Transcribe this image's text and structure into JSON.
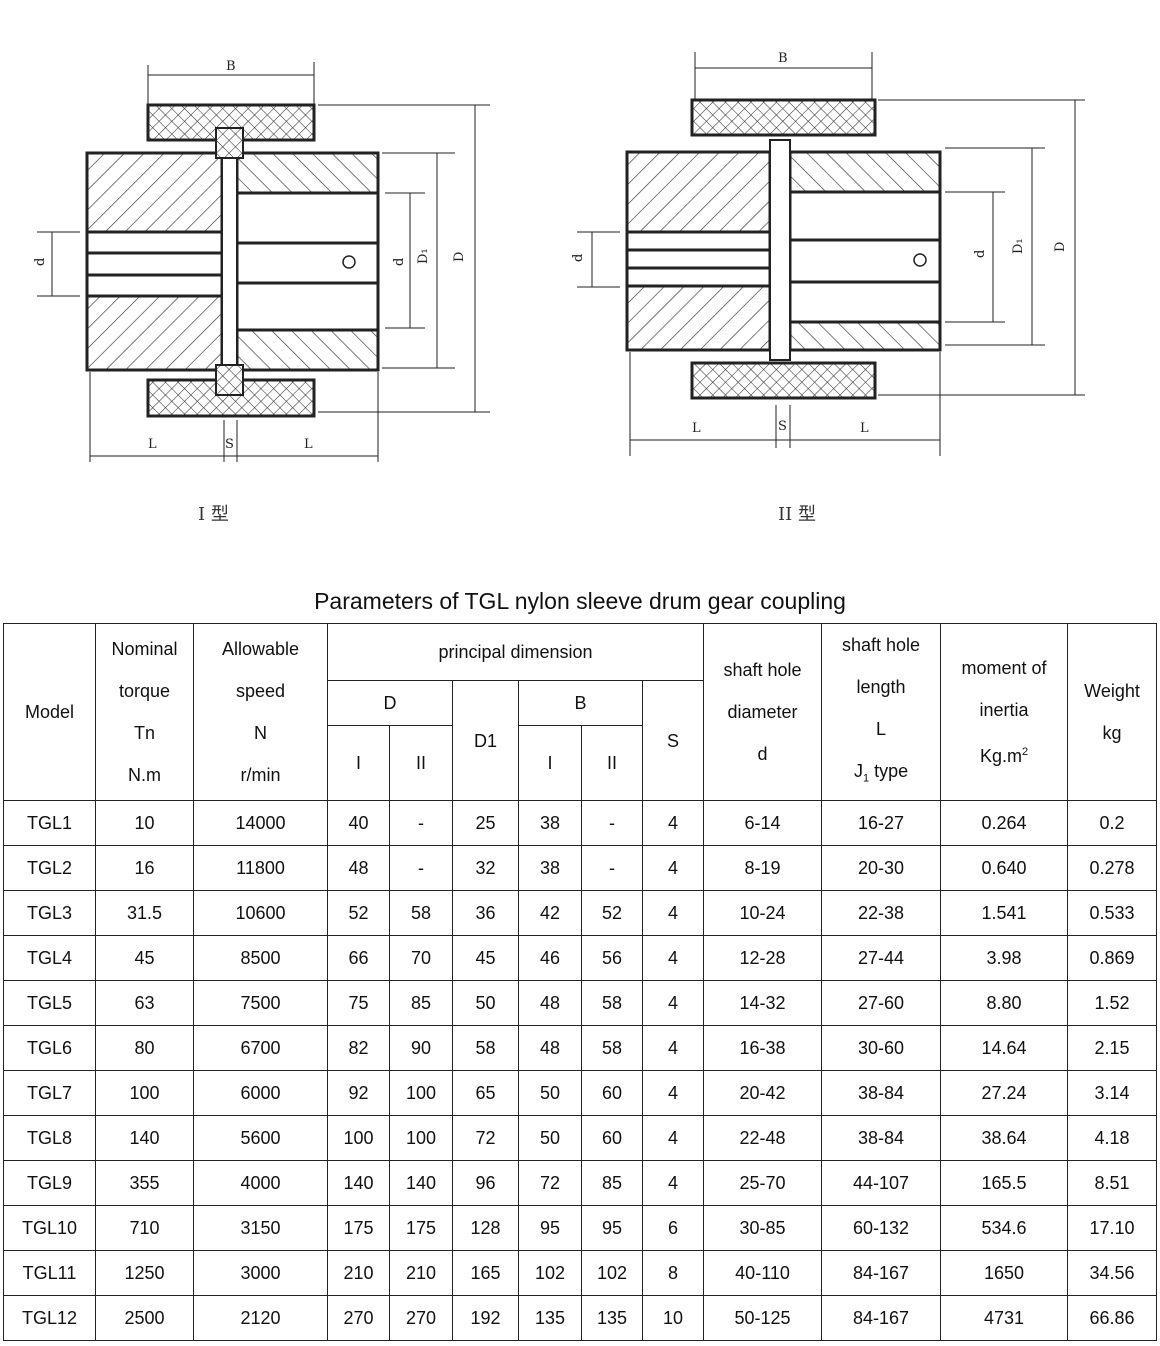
{
  "drawings": {
    "type1": {
      "caption": "I 型",
      "B": "B",
      "d_left": "d",
      "d_right": "d",
      "D1": "D₁",
      "D": "D",
      "L_left": "L",
      "S": "S",
      "L_right": "L"
    },
    "type2": {
      "caption": "II 型",
      "B": "B",
      "d_left": "d",
      "d_right": "d",
      "D1": "D₁",
      "D": "D",
      "L_left": "L",
      "S": "S",
      "L_right": "L"
    }
  },
  "table": {
    "title": "Parameters of TGL nylon sleeve drum gear coupling",
    "headers": {
      "model": "Model",
      "torque": [
        "Nominal",
        "torque",
        "Tn",
        "N.m"
      ],
      "speed": [
        "Allowable",
        "speed",
        "N",
        "r/min"
      ],
      "principal": "principal dimension",
      "D": "D",
      "D_I": "I",
      "D_II": "II",
      "D1": "D1",
      "B": "B",
      "B_I": "I",
      "B_II": "II",
      "S": "S",
      "diameter": [
        "shaft hole",
        "diameter",
        "d"
      ],
      "length": [
        "shaft hole",
        "length",
        "L",
        "J",
        "1",
        " type"
      ],
      "inertia": [
        "moment of",
        "inertia",
        "Kg.m",
        "2"
      ],
      "weight": [
        "Weight",
        "kg"
      ]
    },
    "rows": [
      [
        "TGL1",
        "10",
        "14000",
        "40",
        "-",
        "25",
        "38",
        "-",
        "4",
        "6-14",
        "16-27",
        "0.264",
        "0.2"
      ],
      [
        "TGL2",
        "16",
        "11800",
        "48",
        "-",
        "32",
        "38",
        "-",
        "4",
        "8-19",
        "20-30",
        "0.640",
        "0.278"
      ],
      [
        "TGL3",
        "31.5",
        "10600",
        "52",
        "58",
        "36",
        "42",
        "52",
        "4",
        "10-24",
        "22-38",
        "1.541",
        "0.533"
      ],
      [
        "TGL4",
        "45",
        "8500",
        "66",
        "70",
        "45",
        "46",
        "56",
        "4",
        "12-28",
        "27-44",
        "3.98",
        "0.869"
      ],
      [
        "TGL5",
        "63",
        "7500",
        "75",
        "85",
        "50",
        "48",
        "58",
        "4",
        "14-32",
        "27-60",
        "8.80",
        "1.52"
      ],
      [
        "TGL6",
        "80",
        "6700",
        "82",
        "90",
        "58",
        "48",
        "58",
        "4",
        "16-38",
        "30-60",
        "14.64",
        "2.15"
      ],
      [
        "TGL7",
        "100",
        "6000",
        "92",
        "100",
        "65",
        "50",
        "60",
        "4",
        "20-42",
        "38-84",
        "27.24",
        "3.14"
      ],
      [
        "TGL8",
        "140",
        "5600",
        "100",
        "100",
        "72",
        "50",
        "60",
        "4",
        "22-48",
        "38-84",
        "38.64",
        "4.18"
      ],
      [
        "TGL9",
        "355",
        "4000",
        "140",
        "140",
        "96",
        "72",
        "85",
        "4",
        "25-70",
        "44-107",
        "165.5",
        "8.51"
      ],
      [
        "TGL10",
        "710",
        "3150",
        "175",
        "175",
        "128",
        "95",
        "95",
        "6",
        "30-85",
        "60-132",
        "534.6",
        "17.10"
      ],
      [
        "TGL11",
        "1250",
        "3000",
        "210",
        "210",
        "165",
        "102",
        "102",
        "8",
        "40-110",
        "84-167",
        "1650",
        "34.56"
      ],
      [
        "TGL12",
        "2500",
        "2120",
        "270",
        "270",
        "192",
        "135",
        "135",
        "10",
        "50-125",
        "84-167",
        "4731",
        "66.86"
      ]
    ]
  }
}
